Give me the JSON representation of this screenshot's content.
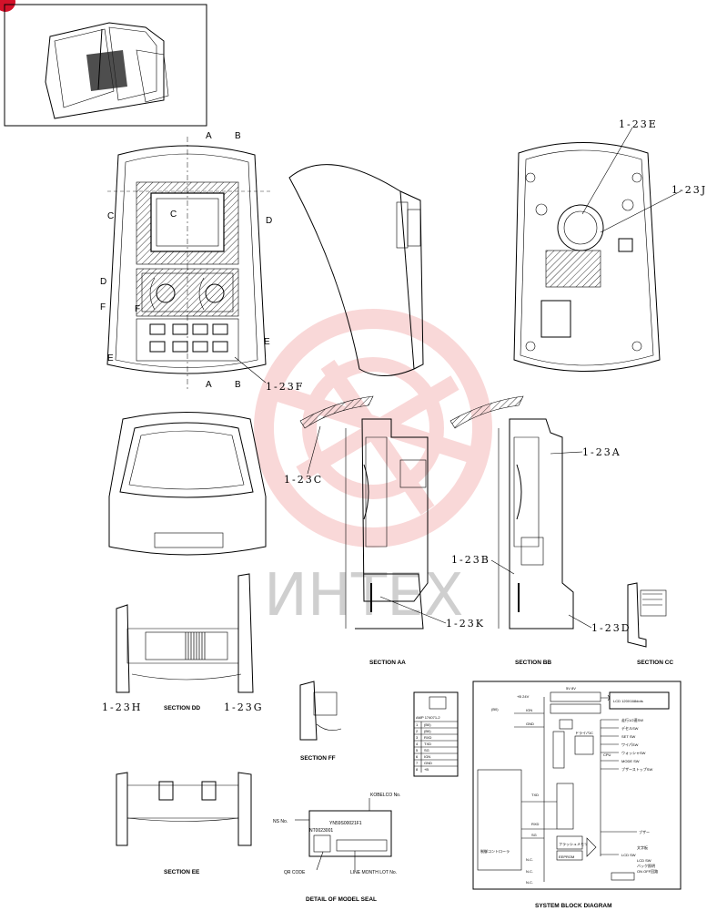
{
  "callout_labels": {
    "e": "1-23E",
    "j": "1-23J",
    "f": "1-23F",
    "c": "1-23C",
    "a": "1-23A",
    "b": "1-23B",
    "k": "1-23K",
    "d": "1-23D",
    "h": "1-23H",
    "g": "1-23G"
  },
  "section_markers": {
    "a": "A",
    "b": "B",
    "c": "C",
    "d": "D",
    "e": "E",
    "f": "F"
  },
  "section_titles": {
    "aa": "SECTION AA",
    "bb": "SECTION BB",
    "cc": "SECTION CC",
    "dd": "SECTION DD",
    "ee": "SECTION EE",
    "ff": "SECTION FF"
  },
  "model_seal": {
    "title": "DETAIL OF MODEL SEAL",
    "kobelco_label": "KOBELCO No.",
    "ns_label": "NS No.",
    "serial_line1": "YN59S00021F1",
    "serial_line2": "NT0023001",
    "qr_label": "QR CODE",
    "lot_label": "LINE MONTH LOT No."
  },
  "connector_table": {
    "title": "AMP 174071-2",
    "rows": [
      [
        "1",
        "(B0)"
      ],
      [
        "2",
        "(B0)"
      ],
      [
        "3",
        "RXD"
      ],
      [
        "4",
        "TXD"
      ],
      [
        "5",
        "SG"
      ],
      [
        "6",
        "IGN"
      ],
      [
        "7",
        "GND"
      ],
      [
        "8",
        "+B"
      ]
    ]
  },
  "block_diagram": {
    "title": "SYSTEM BLOCK DIAGRAM",
    "pin_left": "(B0)",
    "sup_5v": "5V 8V",
    "sup_24v": "+B 24V",
    "ign": "IGN",
    "gnd": "GND",
    "txd": "TXD",
    "rxd": "RXD",
    "sg": "SG",
    "nc": "N.C.",
    "lcd": "LCD 120X168dots",
    "cpu": "CPU",
    "eeprom": "EEPROM",
    "buzzer": "ブザー",
    "controller": "制御コントローラ",
    "outputs": [
      "走行1/2速SW",
      "デセルSW",
      "SET SW",
      "ワイパSW",
      "ウォッシャSW",
      "MODE SW",
      "ブザーストップSW",
      "LCD SW"
    ],
    "driver_label": "ドライバIC",
    "flash_label": "フラッシュメモリ",
    "right_notes": [
      "文字板",
      "LCD SW",
      "バック照明",
      "ON OFF回路"
    ]
  },
  "watermark": "ИНТЕХ"
}
